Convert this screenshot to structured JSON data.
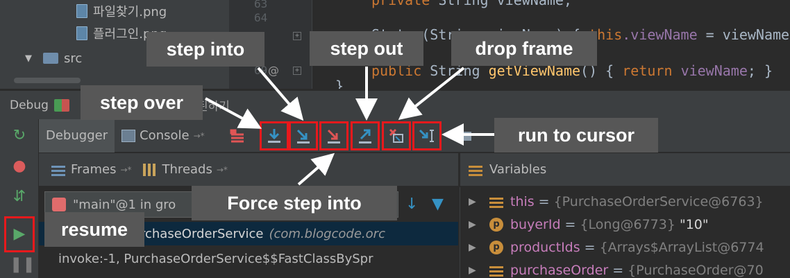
{
  "project_tree": {
    "items": [
      {
        "label": "파일찾기.png"
      },
      {
        "label": "플러그인.png"
      },
      {
        "label": "src"
      }
    ]
  },
  "editor": {
    "line_numbers": [
      "63",
      "64",
      "",
      "69"
    ],
    "lines": {
      "l1_kw": "private ",
      "l1_rest": "String viewName;",
      "l2_pre": "Status(String viewName) { ",
      "l2_kw": "this",
      "l2_fld": ".viewName",
      "l2_rest": " = viewName",
      "l3_kw": "public ",
      "l3_type": "String ",
      "l3_fn": "getViewName",
      "l3_mid": "() { ",
      "l3_kw2": "return ",
      "l3_fld": "viewName",
      "l3_end": "; }",
      "l4": "}"
    }
  },
  "debug_window": {
    "title": "Debug",
    "title_tail": "된하기"
  },
  "tabs": {
    "debugger": "Debugger",
    "console": "Console",
    "console_pin": "→*"
  },
  "frames_panel": {
    "frames_label": "Frames",
    "frames_pin": "→*",
    "threads_label": "Threads",
    "threads_pin": "→*",
    "thread_selected": "\"main\"@1 in gro",
    "rows": [
      {
        "method": "rchaseOrderService",
        "pkg": "(com.blogcode.orc"
      },
      {
        "method": "invoke:-1, PurchaseOrderService$$FastClassBySpr",
        "pkg": ""
      }
    ]
  },
  "variables_panel": {
    "label": "Variables",
    "rows": [
      {
        "icon": "field",
        "name": "this",
        "value": "{PurchaseOrderService@6763}",
        "str": ""
      },
      {
        "icon": "param",
        "name": "buyerId",
        "value": "{Long@6773}",
        "str": "\"10\""
      },
      {
        "icon": "param",
        "name": "productIds",
        "value": "{Arrays$ArrayList@6774",
        "str": ""
      },
      {
        "icon": "field",
        "name": "purchaseOrder",
        "value": "{PurchaseOrder@70",
        "str": ""
      }
    ],
    "param_icon_letter": "p"
  },
  "callouts": {
    "step_into": "step into",
    "step_out": "step out",
    "drop_frame": "drop frame",
    "step_over": "step over",
    "run_to_cursor": "run to cursor",
    "force_step_into": "Force step into",
    "resume": "resume"
  },
  "colors": {
    "highlight": "#e8191c",
    "callout_bg": "#575757",
    "step_blue": "#3592c4",
    "step_red": "#e05555"
  }
}
